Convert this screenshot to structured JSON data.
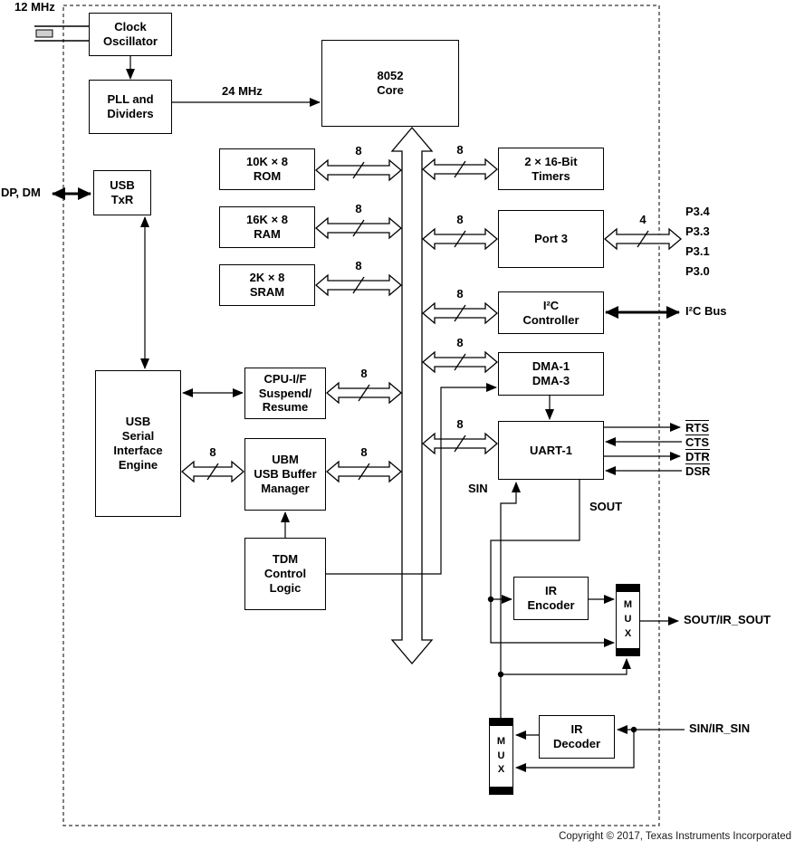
{
  "boxes": {
    "clock_osc": "Clock\nOscillator",
    "pll": "PLL and\nDividers",
    "core": "8052\nCore",
    "usb_txr": "USB\nTxR",
    "rom": "10K × 8\nROM",
    "ram": "16K × 8\nRAM",
    "sram": "2K × 8\nSRAM",
    "timers": "2 × 16-Bit\nTimers",
    "port3": "Port 3",
    "i2c": "I²C\nController",
    "dma": "DMA-1\nDMA-3",
    "uart": "UART-1",
    "sie": "USB\nSerial\nInterface\nEngine",
    "cpuif": "CPU-I/F\nSuspend/\nResume",
    "ubm": "UBM\nUSB Buffer\nManager",
    "tdm": "TDM\nControl\nLogic",
    "ir_encoder": "IR\nEncoder",
    "ir_decoder": "IR\nDecoder",
    "mux1": "M\nU\nX",
    "mux2": "M\nU\nX"
  },
  "labels": {
    "clock_12mhz": "12 MHz",
    "clock_24mhz": "24 MHz",
    "dp_dm": "DP, DM",
    "sin": "SIN",
    "sout": "SOUT",
    "i2c_bus": "I²C Bus",
    "sout_ir_sout": "SOUT/IR_SOUT",
    "sin_ir_sin": "SIN/IR_SIN"
  },
  "uart_signals": [
    "RTS",
    "CTS",
    "DTR",
    "DSR"
  ],
  "port3_pins": [
    "P3.4",
    "P3.3",
    "P3.1",
    "P3.0"
  ],
  "bus_widths": {
    "rom": "8",
    "ram": "8",
    "sram": "8",
    "cpuif": "8",
    "ubm": "8",
    "sie_ubm": "8",
    "timers": "8",
    "port3": "8",
    "i2c": "8",
    "dma": "8",
    "uart": "8",
    "port3_pins": "4"
  },
  "footer": {
    "copyright": "Copyright © 2017, Texas Instruments Incorporated"
  },
  "colors": {
    "line": "#000000",
    "background": "#ffffff"
  }
}
